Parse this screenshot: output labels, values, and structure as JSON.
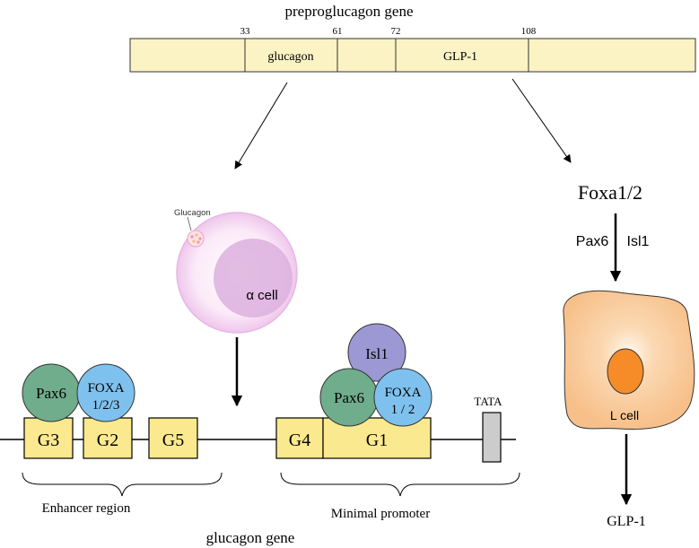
{
  "title": "preproglucagon gene",
  "gene_bar": {
    "positions": [
      "33",
      "61",
      "72",
      "108"
    ],
    "glucagon_label": "glucagon",
    "glp1_label": "GLP-1"
  },
  "alpha_cell": {
    "secretion_label": "Glucagon",
    "cell_label": "α cell"
  },
  "l_cell_path": {
    "foxa_label": "Foxa1/2",
    "pax6_label": "Pax6",
    "isl1_label": "Isl1",
    "cell_label": "L cell",
    "output_label": "GLP-1"
  },
  "glucagon_gene": {
    "elements": {
      "g3": "G3",
      "g2": "G2",
      "g5": "G5",
      "g4": "G4",
      "g1": "G1"
    },
    "factors": {
      "pax6_enhancer": "Pax6",
      "foxa_enhancer_line1": "FOXA",
      "foxa_enhancer_line2": "1/2/3",
      "isl1": "Isl1",
      "pax6_promoter": "Pax6",
      "foxa_promoter_line1": "FOXA",
      "foxa_promoter_line2": "1 / 2"
    },
    "tata_label": "TATA",
    "enhancer_region_label": "Enhancer region",
    "minimal_promoter_label": "Minimal promoter",
    "gene_label": "glucagon gene"
  },
  "colors": {
    "gene_fill": "#fbf3c3",
    "box_fill": "#fbe98f",
    "pax6": "#6fad8c",
    "foxa": "#7fc1ee",
    "isl1": "#9b98d4",
    "tata": "#cccccc",
    "alpha_outer": "#f5dbf3",
    "alpha_nucleus": "#dcb0de",
    "l_cell": "#f8c693",
    "l_nucleus": "#f68c28"
  }
}
